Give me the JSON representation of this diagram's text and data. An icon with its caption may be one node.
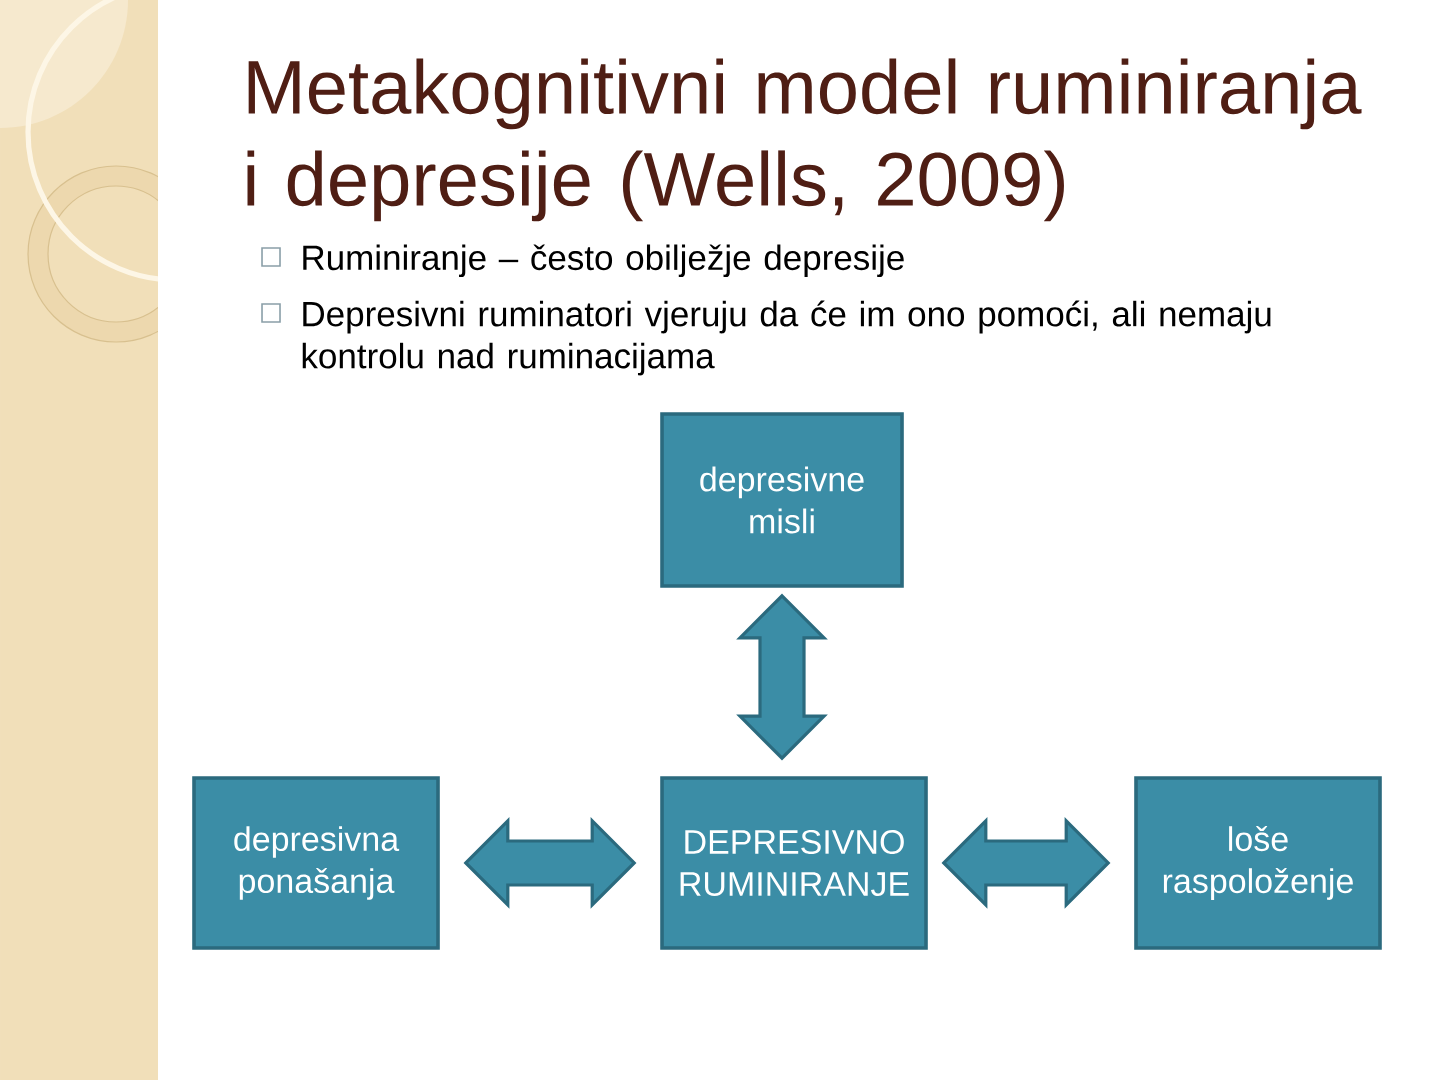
{
  "diagram": {
    "title": "Metakognitivni model ruminiranja i depresije (Wells, 2009)",
    "nodes": [
      {
        "text": [
          "depresivne misli"
        ]
      },
      {
        "text": [
          "depresivna ponašanja"
        ]
      },
      {
        "text": [
          "DEPRESIVNO RUMINIRANJE"
        ]
      },
      {
        "text": [
          "loše raspoloženje"
        ]
      }
    ],
    "edges": [
      {
        "from": 0,
        "to": 2,
        "arrow": "both"
      },
      {
        "from": 1,
        "to": 2,
        "arrow": "both"
      },
      {
        "from": 2,
        "to": 3,
        "arrow": "both"
      }
    ],
    "labels": [
      "Ruminiranje – često obilježje depresije",
      "Depresivni ruminatori vjeruju da će im ono pomoći, ali nemaju kontrolu nad ruminacijama"
    ]
  }
}
